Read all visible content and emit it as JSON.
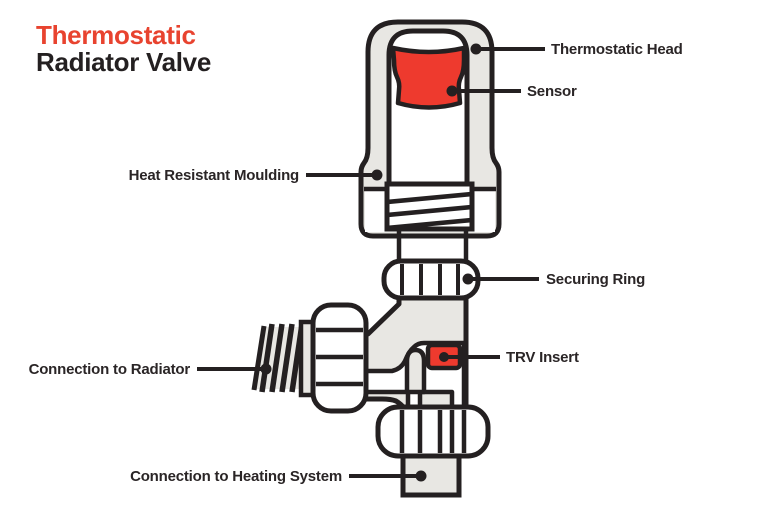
{
  "title": {
    "line1": "Thermostatic",
    "line2": "Radiator Valve"
  },
  "labels": {
    "thermostatic_head": "Thermostatic Head",
    "sensor": "Sensor",
    "heat_resistant_moulding": "Heat Resistant Moulding",
    "securing_ring": "Securing Ring",
    "trv_insert": "TRV Insert",
    "connection_to_radiator": "Connection to Radiator",
    "connection_to_heating_system": "Connection to Heating System"
  },
  "colors": {
    "title_accent_red": "#E8432F",
    "outline_ink": "#242021",
    "part_fill_gray": "#E8E7E3",
    "sensor_red": "#EE3A2E",
    "label_ink": "#2A2526"
  }
}
